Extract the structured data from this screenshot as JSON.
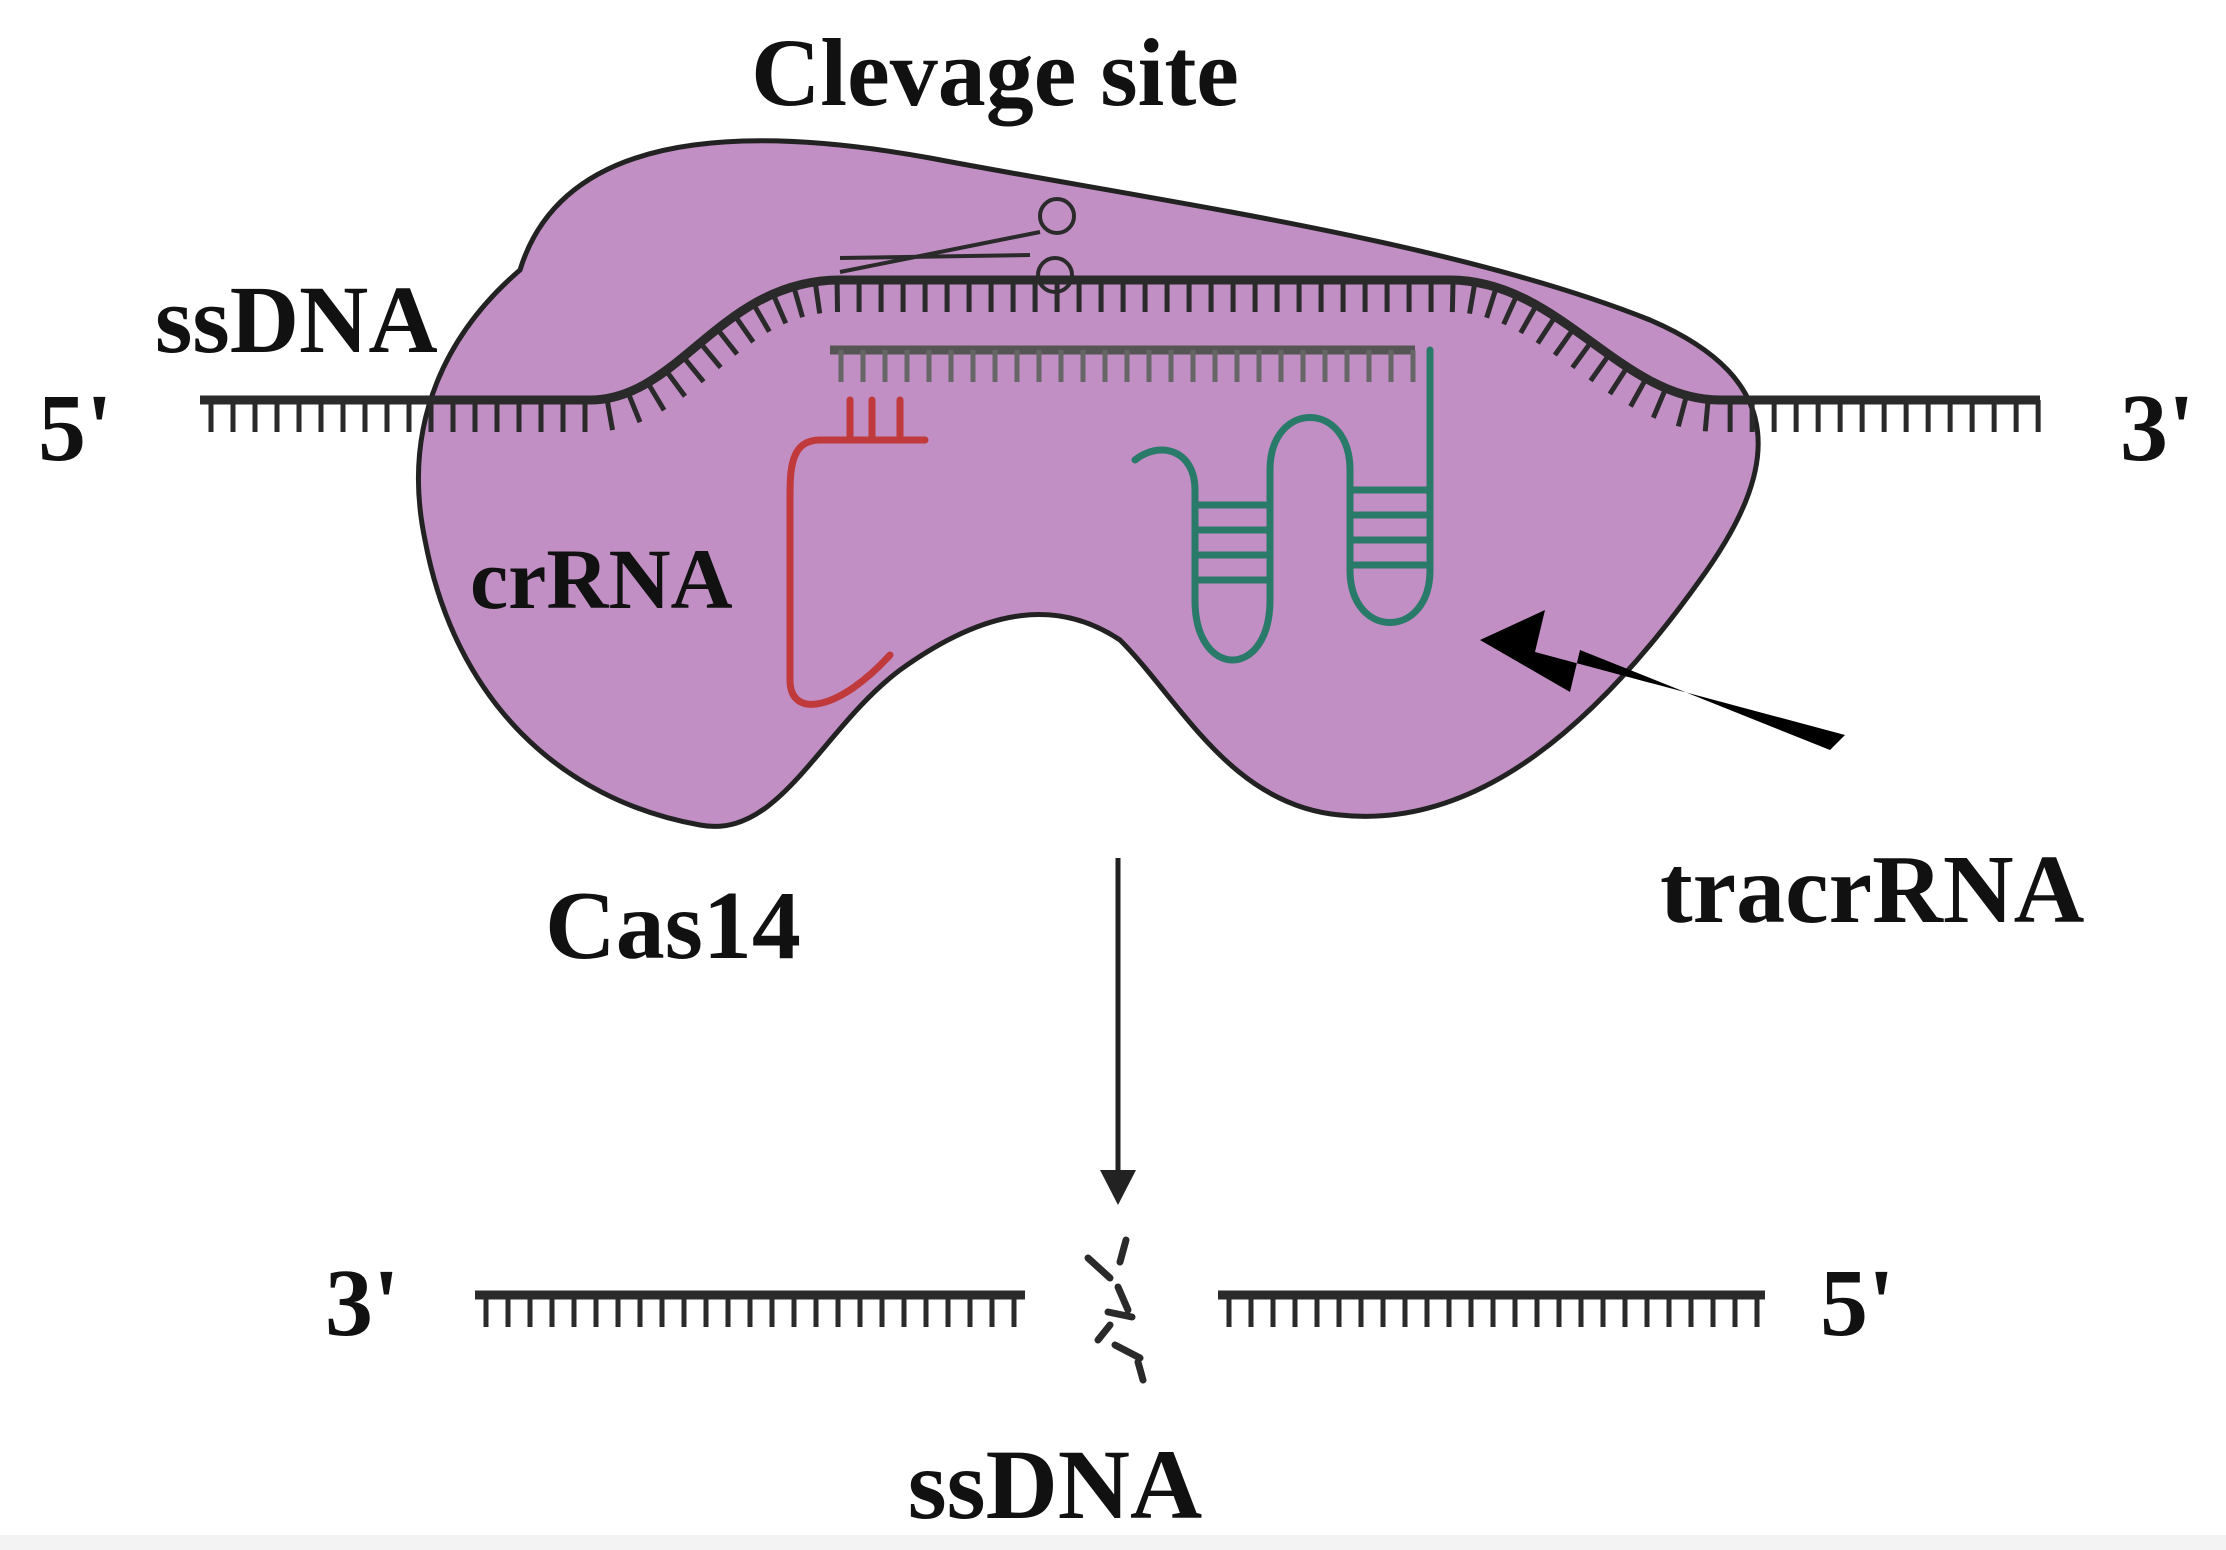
{
  "labels": {
    "cleavage_site": "Clevage site",
    "ssdna_top": "ssDNA",
    "five_prime_left": "5'",
    "three_prime_right": "3'",
    "crrna": "crRNA",
    "cas14": "Cas14",
    "tracrrna": "tracrRNA",
    "three_prime_bottom": "3'",
    "five_prime_bottom": "5'",
    "ssdna_bottom": "ssDNA"
  },
  "colors": {
    "protein_fill": "#c18fc3",
    "protein_outline": "#222222",
    "dna": "#2a2a2a",
    "crrna": "#c0393b",
    "tracrrna": "#2a7a6a",
    "arrow": "#000000"
  },
  "icons": {
    "scissors": "scissors-icon"
  }
}
